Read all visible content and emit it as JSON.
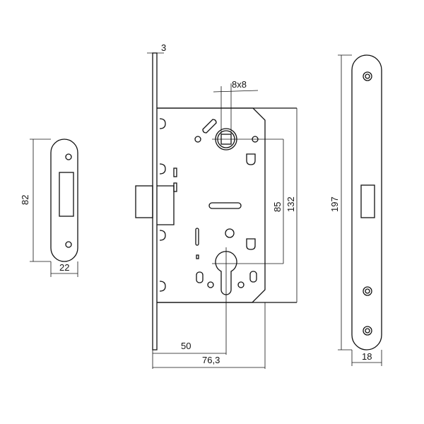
{
  "dimensions": {
    "faceplate_thickness": "3",
    "spindle_square": "8x8",
    "centre_distance": "85",
    "case_height": "132",
    "backset": "50",
    "case_depth": "76,3",
    "faceplate_length": "197",
    "faceplate_width": "18",
    "strike_height": "82",
    "strike_width": "22"
  },
  "colors": {
    "line": "#111111",
    "background": "#ffffff"
  }
}
